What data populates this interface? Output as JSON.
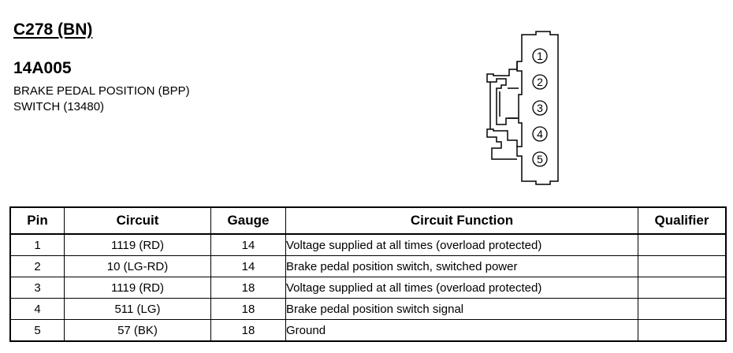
{
  "connector": {
    "id": "C278 (BN)",
    "part_number": "14A005",
    "description_lines": [
      "BRAKE PEDAL POSITION (BPP)",
      "SWITCH (13480)"
    ],
    "pin_labels": [
      "1",
      "2",
      "3",
      "4",
      "5"
    ]
  },
  "table": {
    "headers": [
      "Pin",
      "Circuit",
      "Gauge",
      "Circuit Function",
      "Qualifier"
    ],
    "rows": [
      [
        "1",
        "1119 (RD)",
        "14",
        "Voltage supplied at all times (overload protected)",
        ""
      ],
      [
        "2",
        "10 (LG-RD)",
        "14",
        "Brake pedal position switch, switched power",
        ""
      ],
      [
        "3",
        "1119 (RD)",
        "18",
        "Voltage supplied at all times (overload protected)",
        ""
      ],
      [
        "4",
        "511 (LG)",
        "18",
        "Brake pedal position switch signal",
        ""
      ],
      [
        "5",
        "57 (BK)",
        "18",
        "Ground",
        ""
      ]
    ]
  }
}
